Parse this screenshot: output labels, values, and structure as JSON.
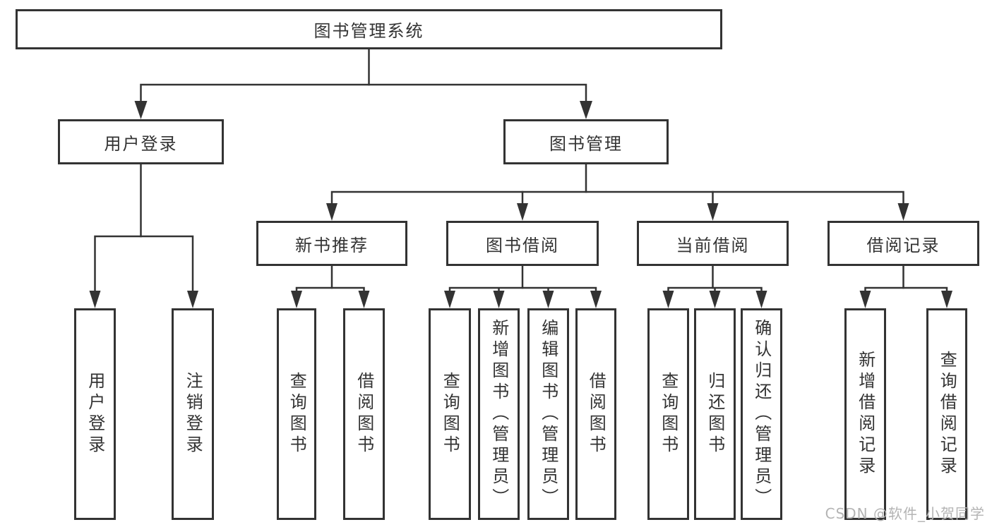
{
  "diagram": {
    "root": "图书管理系统",
    "branches": [
      {
        "label": "用户登录",
        "children": [
          "用户登录",
          "注销登录"
        ]
      },
      {
        "label": "图书管理",
        "sections": [
          {
            "label": "新书推荐",
            "children": [
              "查询图书",
              "借阅图书"
            ]
          },
          {
            "label": "图书借阅",
            "children": [
              "查询图书",
              "新增图书（管理员）",
              "编辑图书（管理员）",
              "借阅图书"
            ]
          },
          {
            "label": "当前借阅",
            "children": [
              "查询图书",
              "归还图书",
              "确认归还（管理员）"
            ]
          },
          {
            "label": "借阅记录",
            "children": [
              "新增借阅记录",
              "查询借阅记录"
            ]
          }
        ]
      }
    ]
  },
  "watermark": "CSDN @软件_小贺同学",
  "colors": {
    "line": "#333333",
    "text": "#333333",
    "background": "#ffffff",
    "watermark": "#b4b4b4"
  }
}
